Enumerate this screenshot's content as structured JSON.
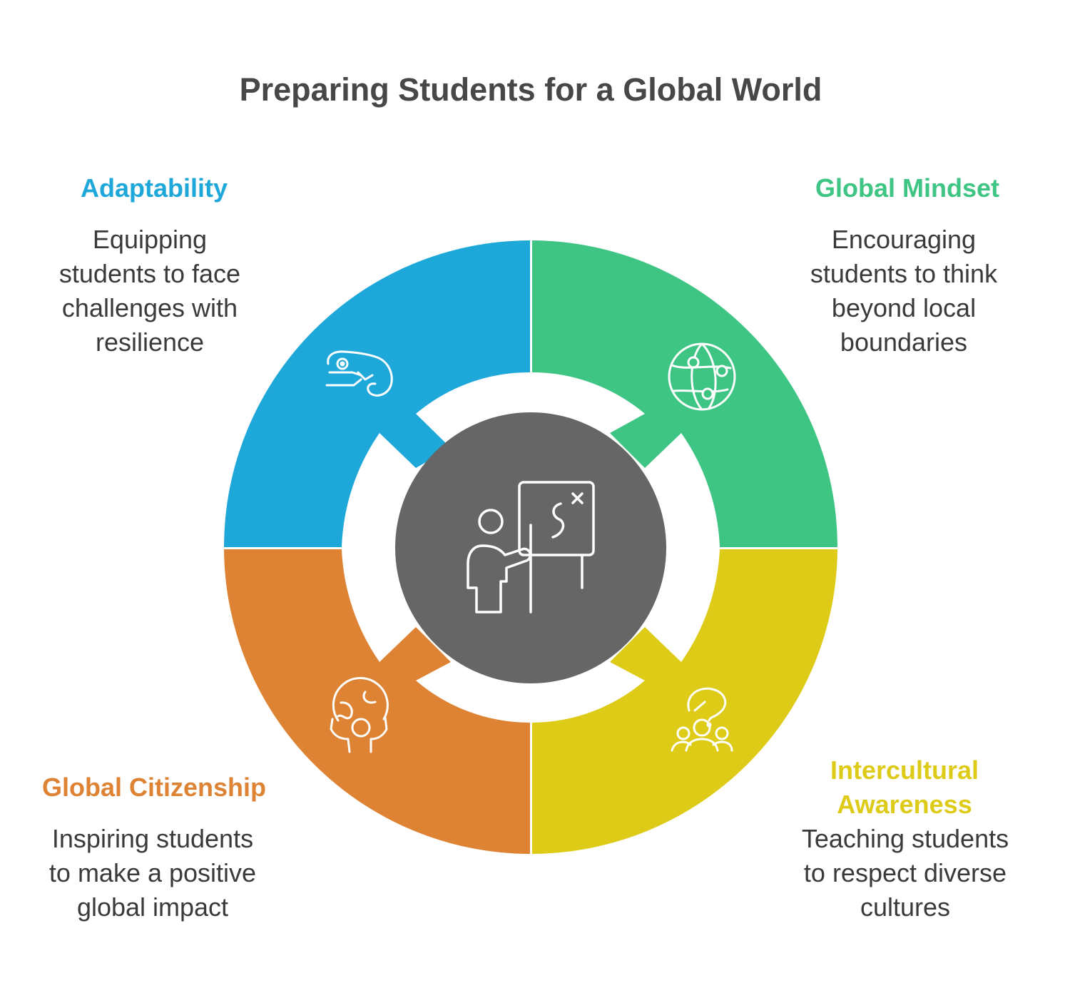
{
  "title": "Preparing Students for a Global World",
  "center": {
    "icon": "teacher-presentation-icon",
    "color": "#666666"
  },
  "segments": [
    {
      "id": "adaptability",
      "heading": "Adaptability",
      "description": [
        "Equipping",
        "students to face",
        "challenges with",
        "resilience"
      ],
      "color": "#1EA8D9",
      "icon": "chameleon-icon"
    },
    {
      "id": "global-mindset",
      "heading": "Global Mindset",
      "description": [
        "Encouraging",
        "students to think",
        "beyond local",
        "boundaries"
      ],
      "color": "#3EC483",
      "icon": "globe-network-icon"
    },
    {
      "id": "intercultural-awareness",
      "heading": [
        "Intercultural",
        "Awareness"
      ],
      "description": [
        "Teaching students",
        "to respect diverse",
        "cultures"
      ],
      "color": "#DDCB18",
      "icon": "people-question-icon"
    },
    {
      "id": "global-citizenship",
      "heading": "Global Citizenship",
      "description": [
        "Inspiring students",
        "to make a positive",
        "global impact"
      ],
      "color": "#DE8333",
      "icon": "person-globe-icon"
    }
  ]
}
